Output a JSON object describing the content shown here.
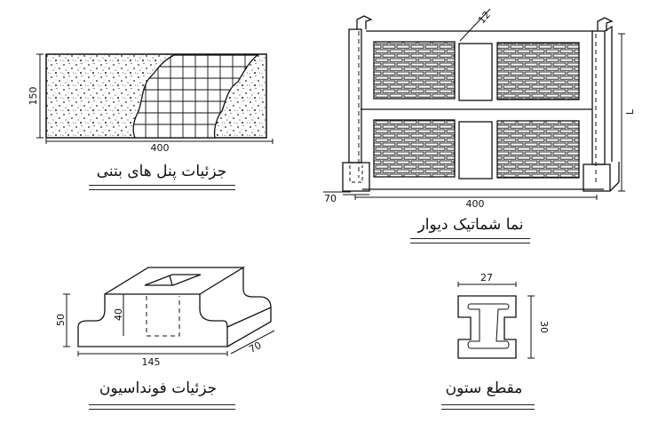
{
  "figures": {
    "panel": {
      "caption": "جزئیات پنل های بتنی",
      "dim_height": "150",
      "dim_width": "400"
    },
    "elevation": {
      "caption": "نما شماتیک دیوار",
      "dim_thickness": "12",
      "dim_height": "L",
      "dim_footing": "70",
      "dim_width": "400"
    },
    "foundation": {
      "caption": "جزئیات  فونداسیون",
      "dim_height": "50",
      "dim_socket": "40",
      "dim_length": "145",
      "dim_depth": "70"
    },
    "column": {
      "caption": "مقطع ستون",
      "dim_width": "27",
      "dim_height": "30"
    }
  },
  "colors": {
    "ink": "#111111",
    "background": "#ffffff"
  }
}
